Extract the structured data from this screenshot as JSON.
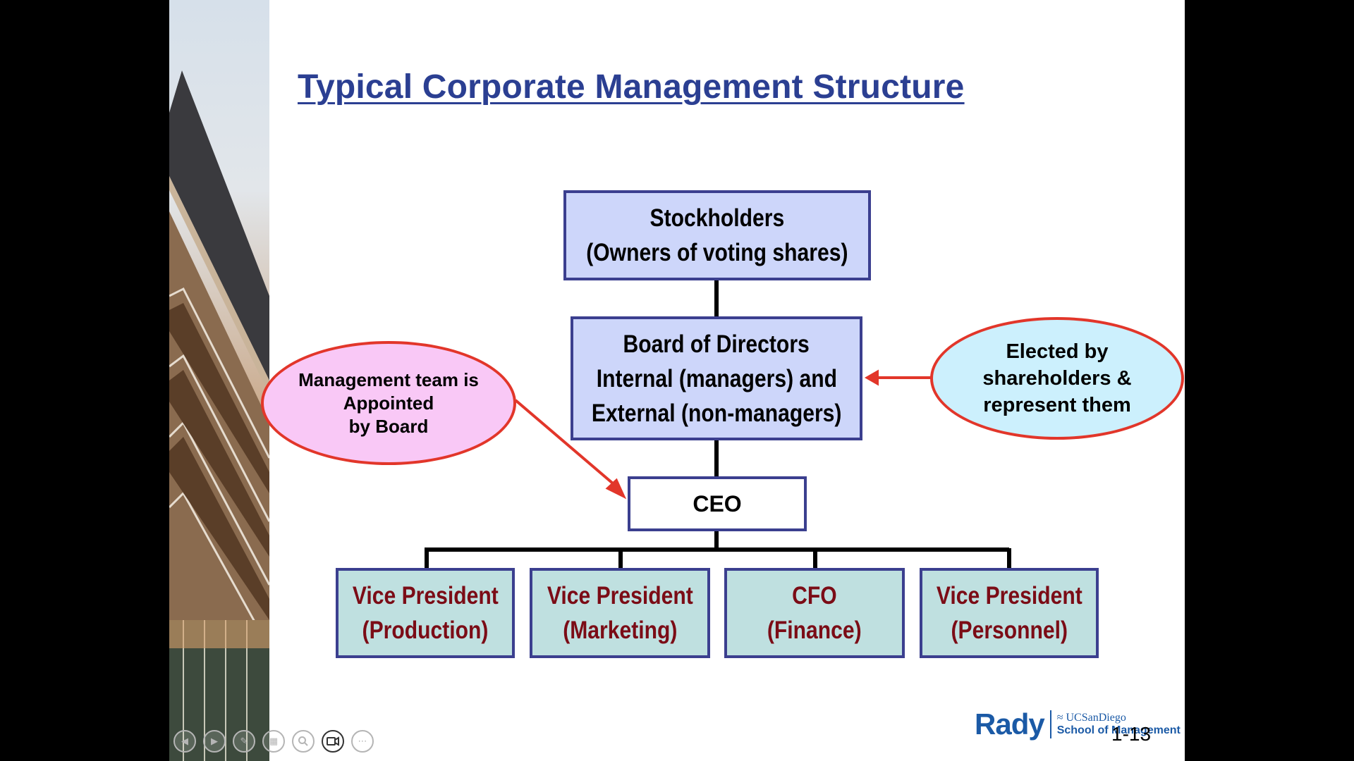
{
  "slide": {
    "title": "Typical Corporate Management Structure",
    "slide_number": "1-13"
  },
  "diagram": {
    "stockholders": {
      "line1": "Stockholders",
      "line2": "(Owners of voting shares)"
    },
    "board": {
      "line1": "Board of Directors",
      "line2": "Internal (managers) and",
      "line3": "External (non-managers)"
    },
    "ceo": "CEO",
    "vps": [
      {
        "line1": "Vice President",
        "line2": "(Production)"
      },
      {
        "line1": "Vice President",
        "line2": "(Marketing)"
      },
      {
        "line1": "CFO",
        "line2": "(Finance)"
      },
      {
        "line1": "Vice President",
        "line2": "(Personnel)"
      }
    ],
    "callout_left": {
      "line1": "Management team is",
      "line2": "Appointed",
      "line3": "by Board"
    },
    "callout_right": {
      "line1": "Elected by",
      "line2": "shareholders &",
      "line3": "represent them"
    }
  },
  "logo": {
    "rady": "Rady",
    "ucsd": "UCSanDiego",
    "school": "School of Management"
  },
  "controls": [
    {
      "icon": "previous-icon"
    },
    {
      "icon": "next-icon"
    },
    {
      "icon": "pen-icon"
    },
    {
      "icon": "slides-grid-icon"
    },
    {
      "icon": "zoom-icon"
    },
    {
      "icon": "video-camera-icon"
    },
    {
      "icon": "more-options-icon"
    }
  ],
  "colors": {
    "title": "#2b3f92",
    "box_border": "#3b3f8f",
    "blue_fill": "#cdd6fa",
    "vp_fill": "#bfe0e0",
    "vp_text": "#7b0c16",
    "callout_border": "#e2362a",
    "pink_fill": "#f9c8f6",
    "light_blue_fill": "#ccf0fd"
  }
}
